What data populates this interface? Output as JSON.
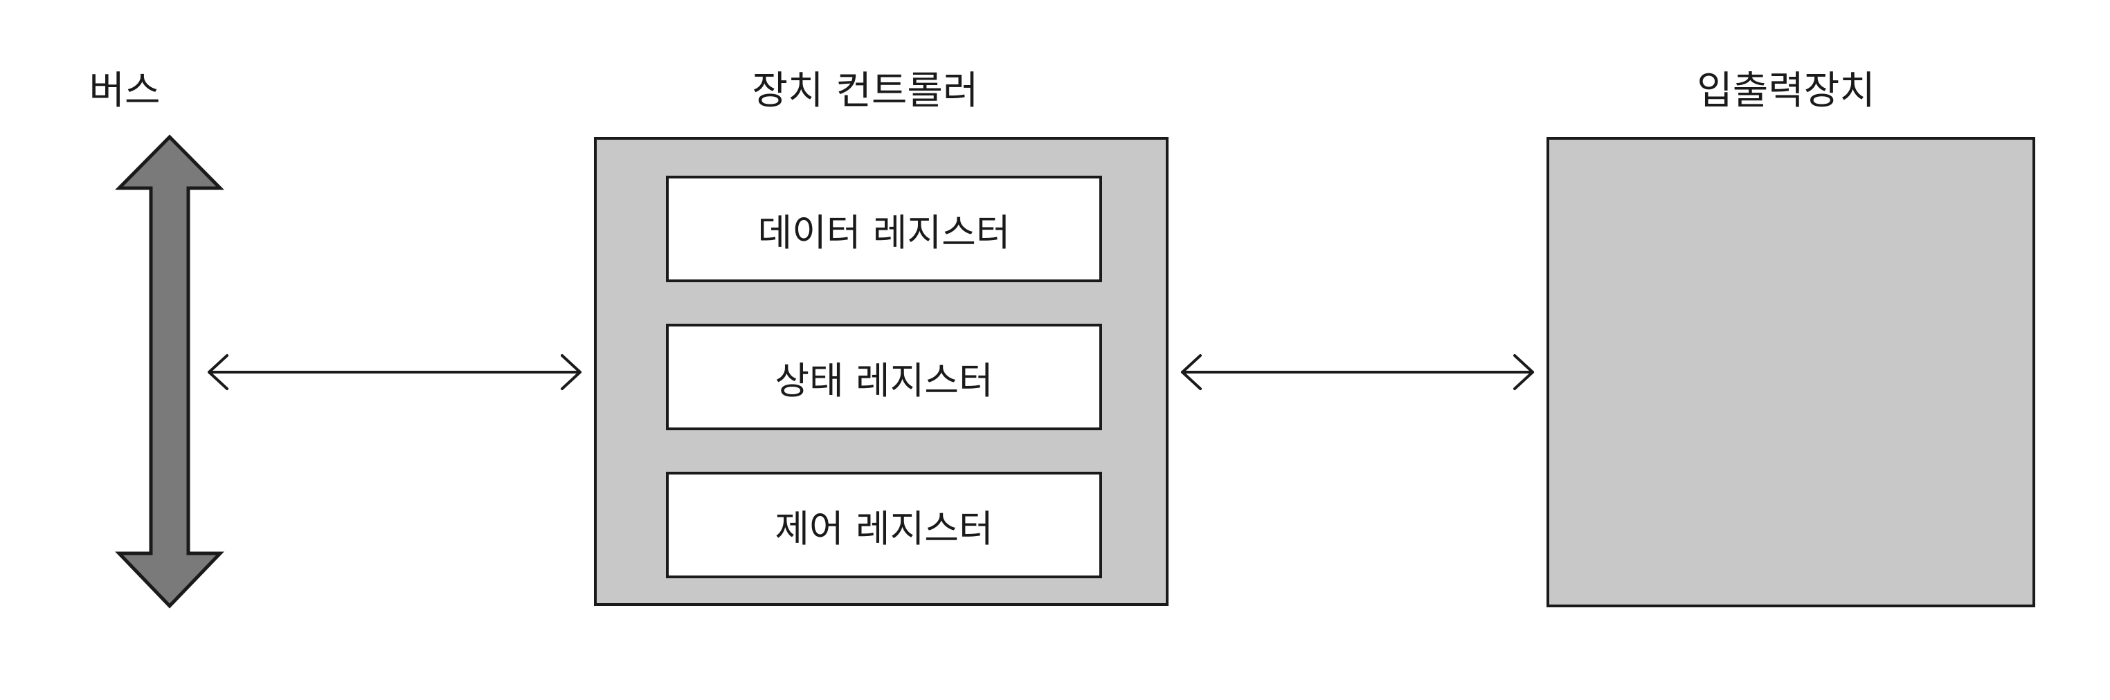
{
  "labels": {
    "bus": "버스",
    "device_controller": "장치 컨트롤러",
    "io_device": "입출력장치"
  },
  "registers": [
    {
      "label": "데이터 레지스터"
    },
    {
      "label": "상태 레지스터"
    },
    {
      "label": "제어 레지스터"
    }
  ],
  "colors": {
    "box_fill": "#c8c8c8",
    "bus_arrow_fill": "#7a7a7a",
    "stroke": "#1a1a1a",
    "register_fill": "#ffffff"
  }
}
